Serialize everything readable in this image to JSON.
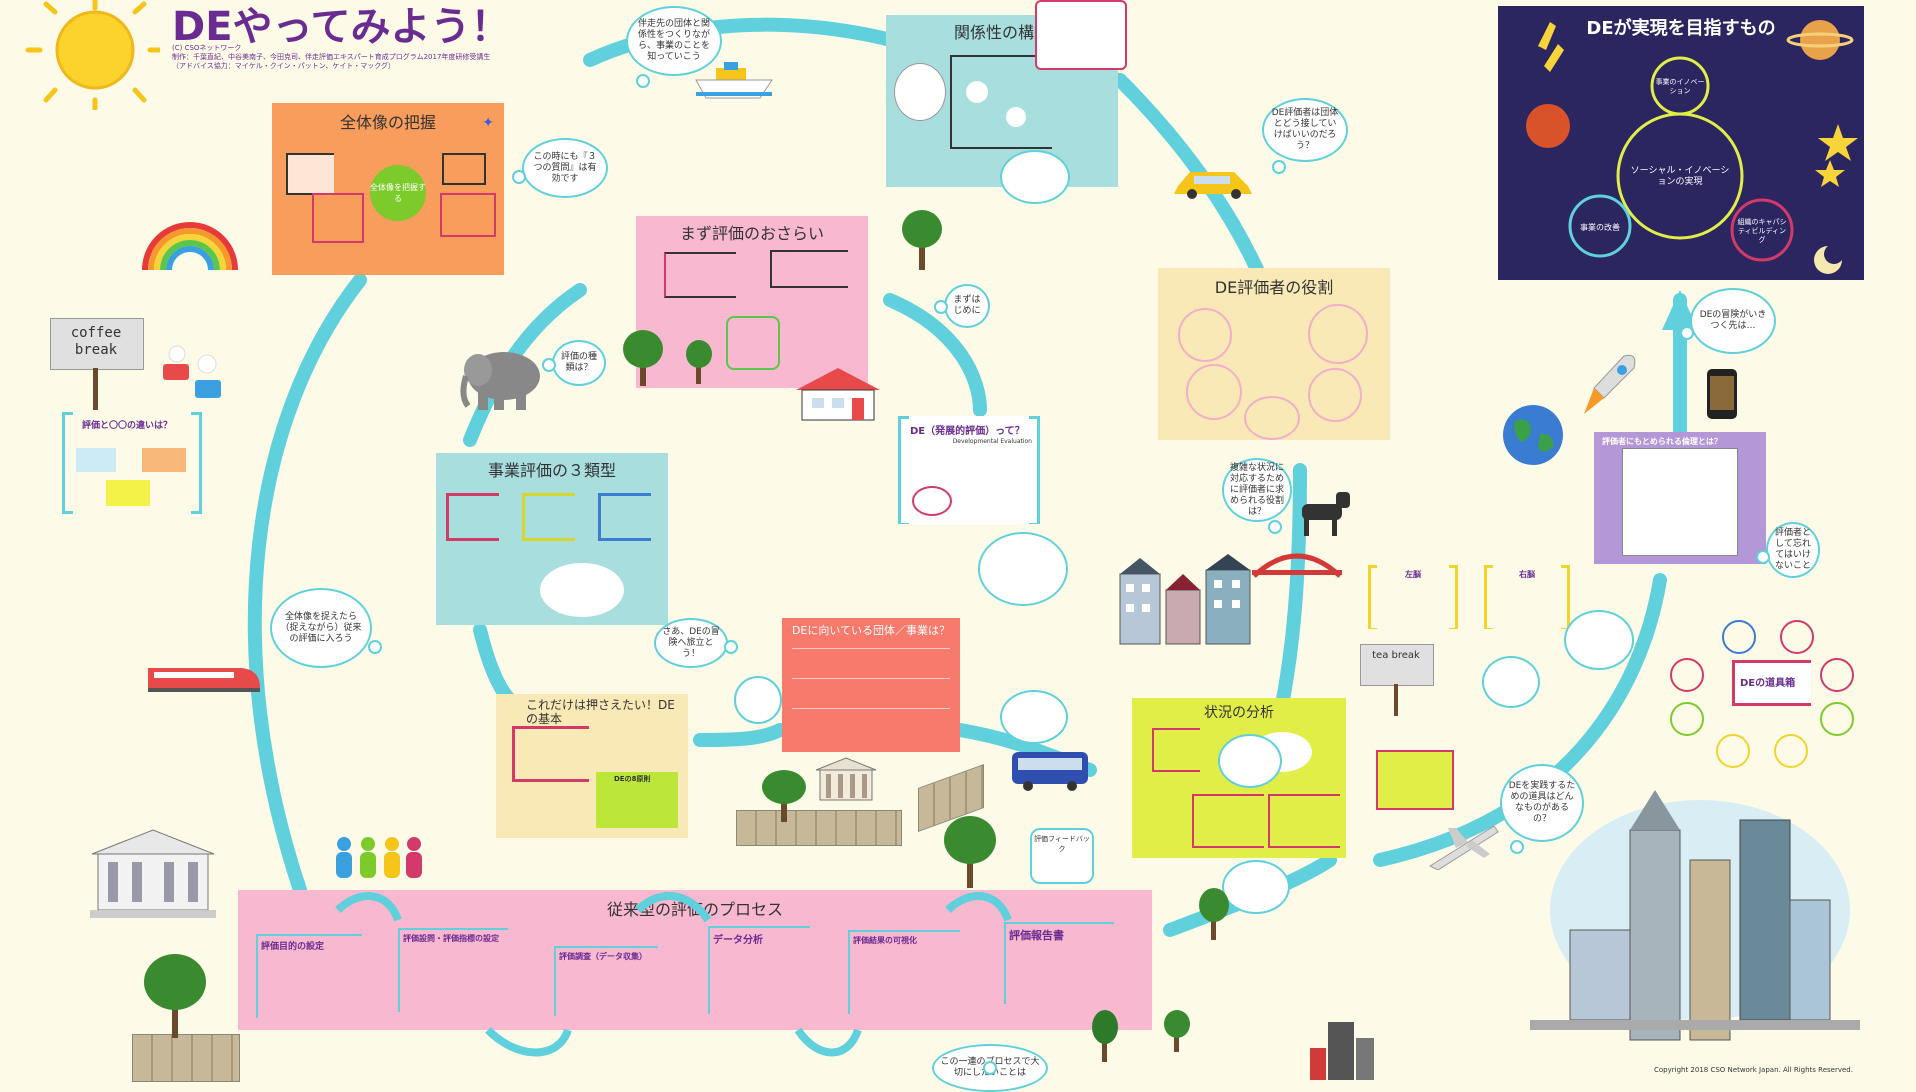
{
  "header": {
    "title": "DEやってみよう！",
    "credit1": "(C) CSOネットワーク",
    "credit2": "制作：千葉直紀、中谷美南子、今田克司、伴走評価エキスパート育成プログラム2017年度研修受講生",
    "credit3": "（アドバイス協力：マイケル・クイン・パットン、ケイト・マックグ）"
  },
  "sign": {
    "coffee": "coffee break",
    "tea": "tea break"
  },
  "sidebar": {
    "diff_title": "評価と〇〇の違いは？"
  },
  "panels": {
    "zentai": "全体像の把握",
    "zentai_circle": "全体像を把握する",
    "kankei": "関係性の構築",
    "osarai": "まず評価のおさらい",
    "sanrui": "事業評価の３類型",
    "yakuwari": "DE評価者の役割",
    "de_what": "DE（発展的評価）って？",
    "de_what_sub": "Developmental Evaluation",
    "kihon": "これだけは押さえたい！DEの基本",
    "kihon_sub": "DEの8原則",
    "muiteru": "DEに向いている団体／事業は？",
    "joukyou": "状況の分析",
    "process": "従来型の評価のプロセス",
    "mokuhyou": "DEが実現を目指すもの",
    "dougubako": "DEの道具箱",
    "motomerareru": "評価者にもとめられる倫理とは？",
    "saho": "左脳",
    "uno": "右脳"
  },
  "goal_diagram": {
    "center": "ソーシャル・イノベーションの実現",
    "top": "事業のイノベーション",
    "left": "事業の改善",
    "right": "組織のキャパシティビルディング"
  },
  "process_steps": [
    {
      "label": "評価目的の設定"
    },
    {
      "label": "評価設問・評価指標の設定"
    },
    {
      "label": "評価調査（データ収集）"
    },
    {
      "label": "データ分析"
    },
    {
      "label": "評価結果の可視化"
    },
    {
      "label": "評価報告書"
    }
  ],
  "bubbles": {
    "b1": "伴走先の団体と関係性をつくりながら、事業のことを知っていこう",
    "b2": "この時にも『３つの質問』は有効です",
    "b3": "DE評価者は団体とどう接していけばいいのだろう？",
    "b4": "評価の種類は？",
    "b5": "まずはじめに",
    "b6": "全体像を捉えたら（捉えながら）従来の評価に入ろう",
    "b7": "さあ、DEの冒険へ旅立とう！",
    "b8": "複雑な状況に対応するために評価者に求められる役割は？",
    "b9": "DEの冒険がいきつく先は…",
    "b10": "DEを実践するための道具はどんなものがあるの？",
    "b11": "評価者として忘れてはいけないこと",
    "b12": "この一連のプロセスで大切にしたいことは",
    "feedback": "評価フィードバック"
  },
  "footer": {
    "copyright": "Copyright 2018 CSO Network Japan. All Rights Reserved."
  },
  "colors": {
    "path": "#5fd0dc",
    "bracket": "#d23a6a",
    "title": "#6a2c91",
    "navy": "#2b2560"
  }
}
